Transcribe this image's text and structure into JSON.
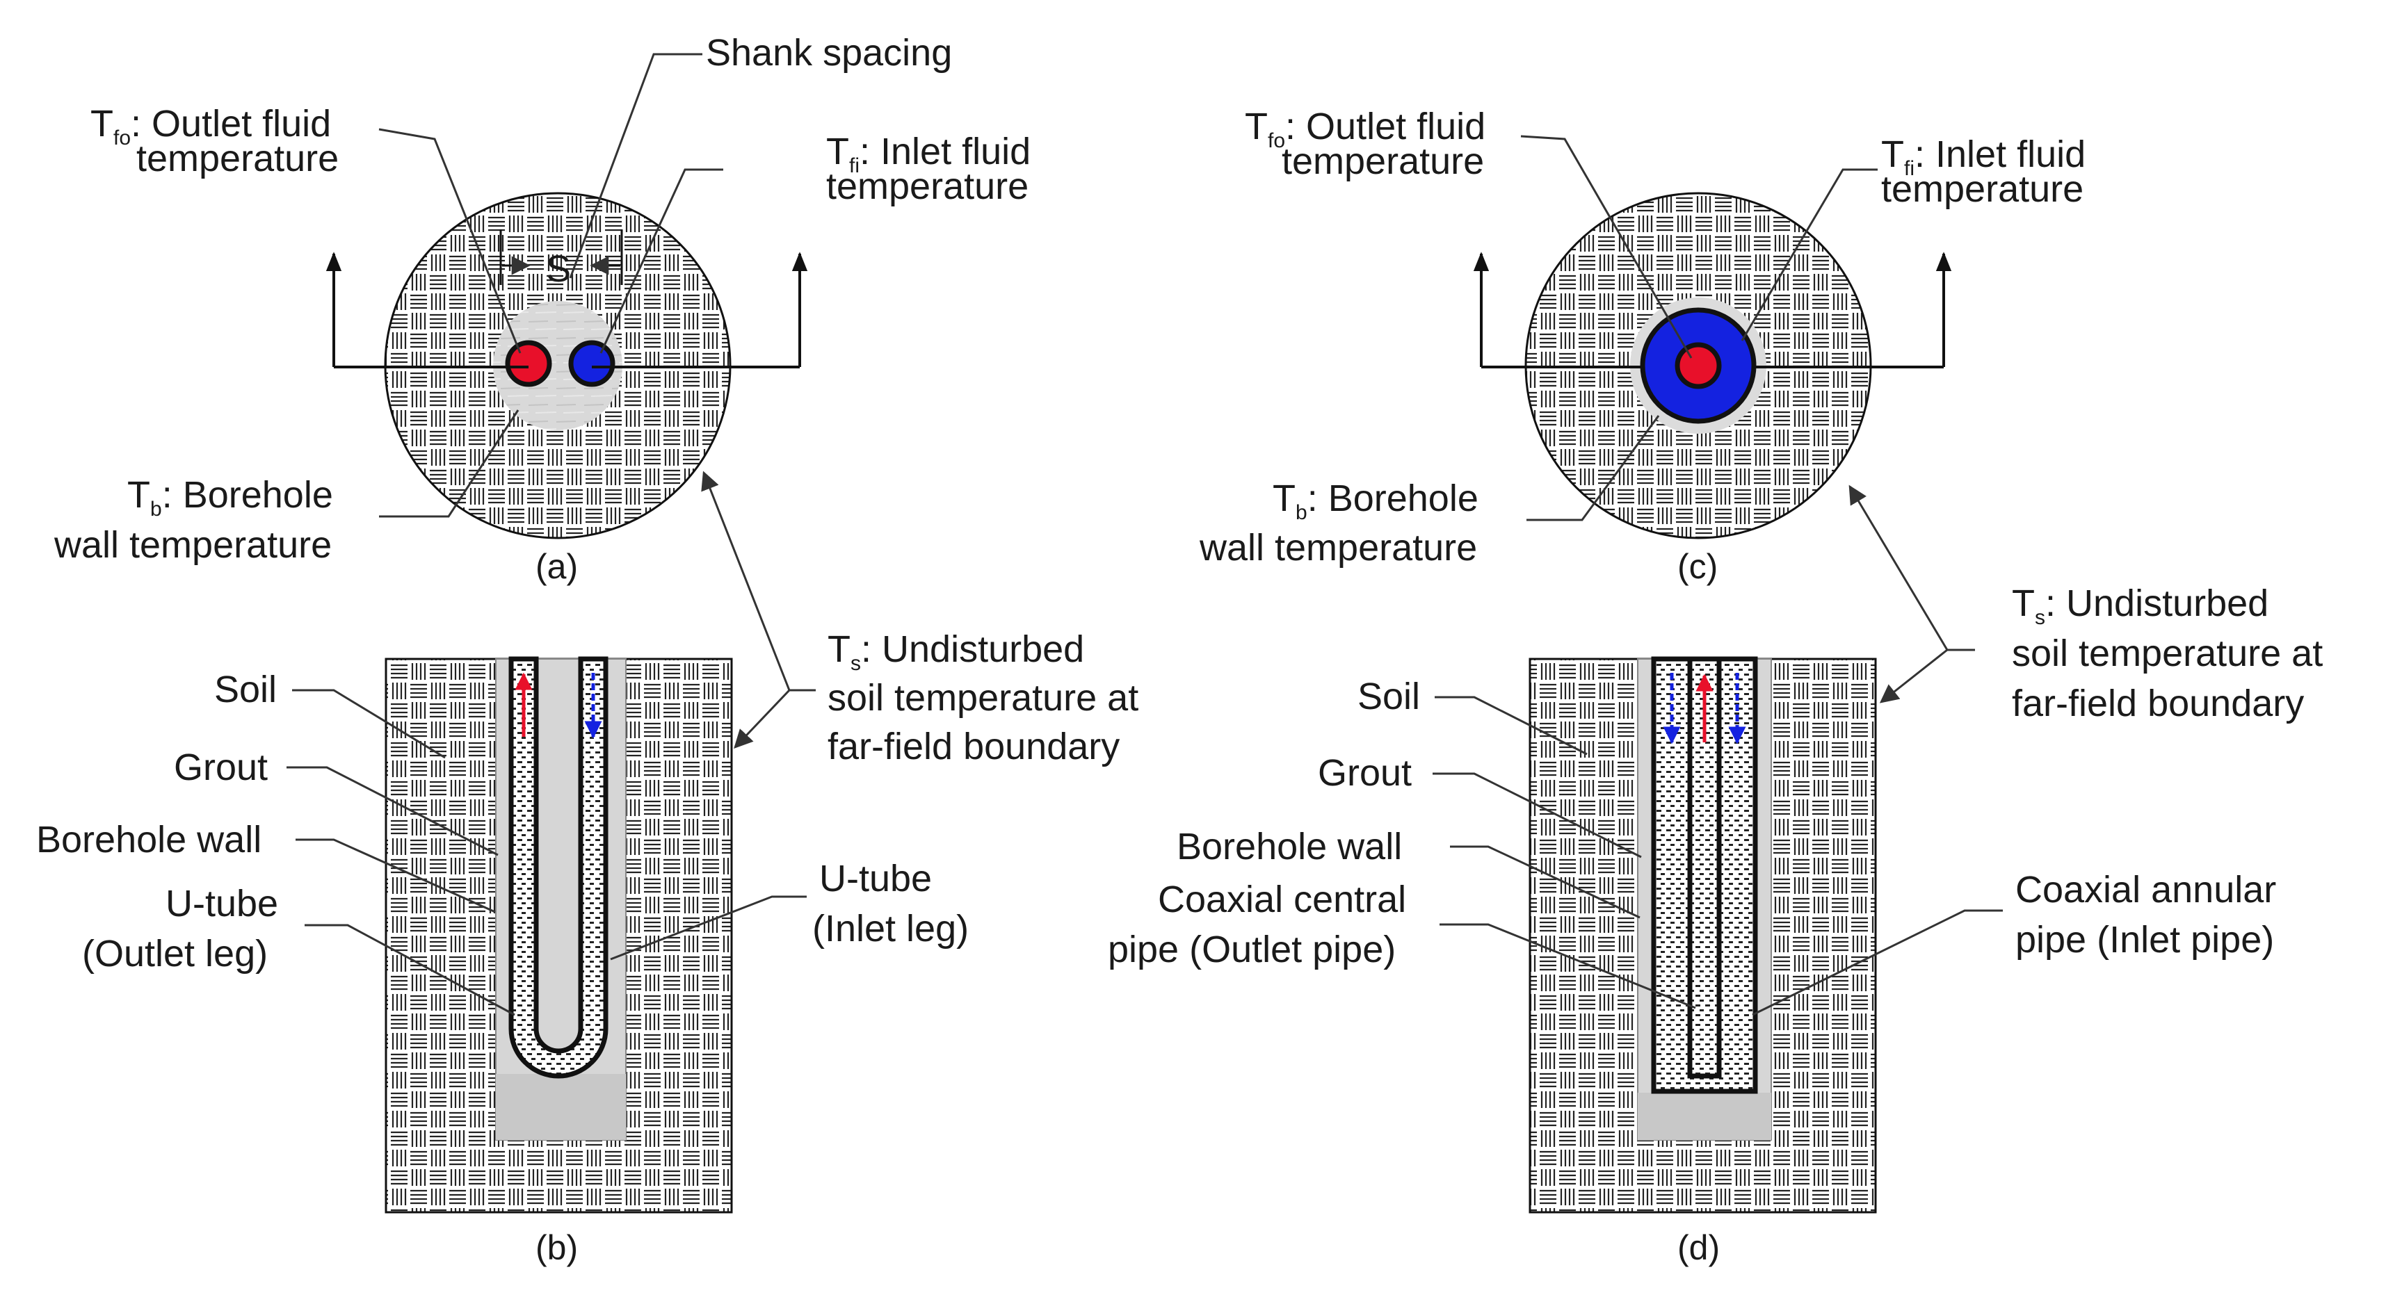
{
  "panels": {
    "a": {
      "caption": "(a)",
      "shank_spacing": "Shank spacing",
      "s_symbol": "S",
      "outlet_sym": "T",
      "outlet_sub": "fo",
      "outlet_l1": ": Outlet fluid",
      "outlet_l2": "temperature",
      "inlet_sym": "T",
      "inlet_sub": "fi",
      "inlet_l1": ": Inlet fluid",
      "inlet_l2": "temperature",
      "bh_sym": "T",
      "bh_sub": "b",
      "bh_l1": ":  Borehole",
      "bh_l2": "wall temperature"
    },
    "b": {
      "caption": "(b)",
      "soil": "Soil",
      "grout": "Grout",
      "borehole_wall": "Borehole wall",
      "utube_out_l1": "U-tube",
      "utube_out_l2": "(Outlet leg)",
      "utube_in_l1": "U-tube",
      "utube_in_l2": "(Inlet leg)",
      "ts_sym": "T",
      "ts_sub": "s",
      "ts_l1": ": Undisturbed",
      "ts_l2": "soil temperature at",
      "ts_l3": "far-field boundary"
    },
    "c": {
      "caption": "(c)",
      "outlet_sym": "T",
      "outlet_sub": "fo",
      "outlet_l1": ": Outlet fluid",
      "outlet_l2": "temperature",
      "inlet_sym": "T",
      "inlet_sub": "fi",
      "inlet_l1": ": Inlet fluid",
      "inlet_l2": "temperature",
      "bh_sym": "T",
      "bh_sub": "b",
      "bh_l1": ":  Borehole",
      "bh_l2": "wall temperature"
    },
    "d": {
      "caption": "(d)",
      "soil": "Soil",
      "grout": "Grout",
      "borehole_wall": "Borehole wall",
      "central_l1": "Coaxial central",
      "central_l2": "pipe (Outlet pipe)",
      "annular_l1": "Coaxial annular",
      "annular_l2": "pipe (Inlet pipe)",
      "ts_sym": "T",
      "ts_sub": "s",
      "ts_l1": ": Undisturbed",
      "ts_l2": "soil temperature at",
      "ts_l3": "far-field boundary"
    }
  },
  "colors": {
    "outlet_fluid": "#e8102a",
    "inlet_fluid": "#1422e0",
    "grout": "#d6d6d6",
    "borehole_bottom": "#c8c8c8",
    "soil_hatch": "#222222"
  }
}
